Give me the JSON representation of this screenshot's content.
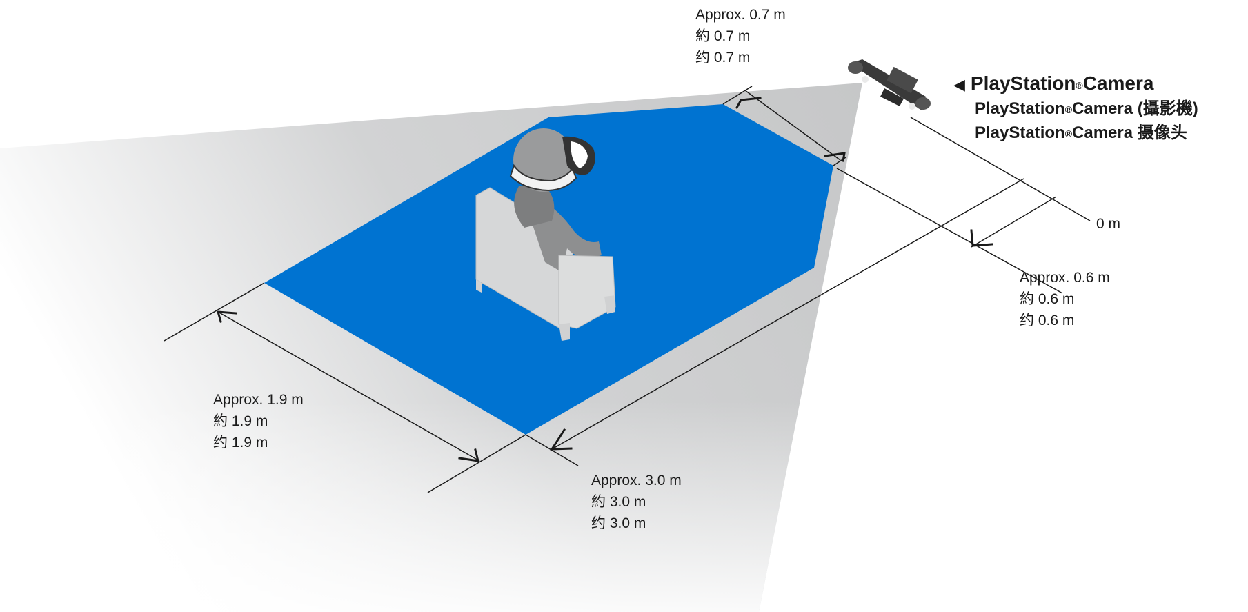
{
  "camera": {
    "name_en": "PlayStation",
    "reg_mark": "®",
    "name_suffix_en": "Camera",
    "name_suffix_zh_tw": "Camera (攝影機)",
    "name_suffix_zh_cn": "Camera 摄像头",
    "pointer": "◀"
  },
  "distances": {
    "top": {
      "en": "Approx. 0.7 m",
      "zh_tw": "約 0.7 m",
      "zh_cn": "约 0.7 m"
    },
    "right": {
      "en": "Approx. 0.6 m",
      "zh_tw": "約 0.6 m",
      "zh_cn": "约 0.6 m"
    },
    "left": {
      "en": "Approx. 1.9 m",
      "zh_tw": "約 1.9 m",
      "zh_cn": "约 1.9 m"
    },
    "bottom": {
      "en": "Approx. 3.0 m",
      "zh_tw": "約 3.0 m",
      "zh_cn": "约 3.0 m"
    },
    "origin": "0 m"
  },
  "colors": {
    "play_area": "#0073d1",
    "cone": "#c8c9ca",
    "line": "#1a1a1a"
  },
  "icons": {
    "camera": "playstation-camera-icon",
    "user": "seated-user-with-vr-headset-icon",
    "chair": "armchair-icon"
  }
}
